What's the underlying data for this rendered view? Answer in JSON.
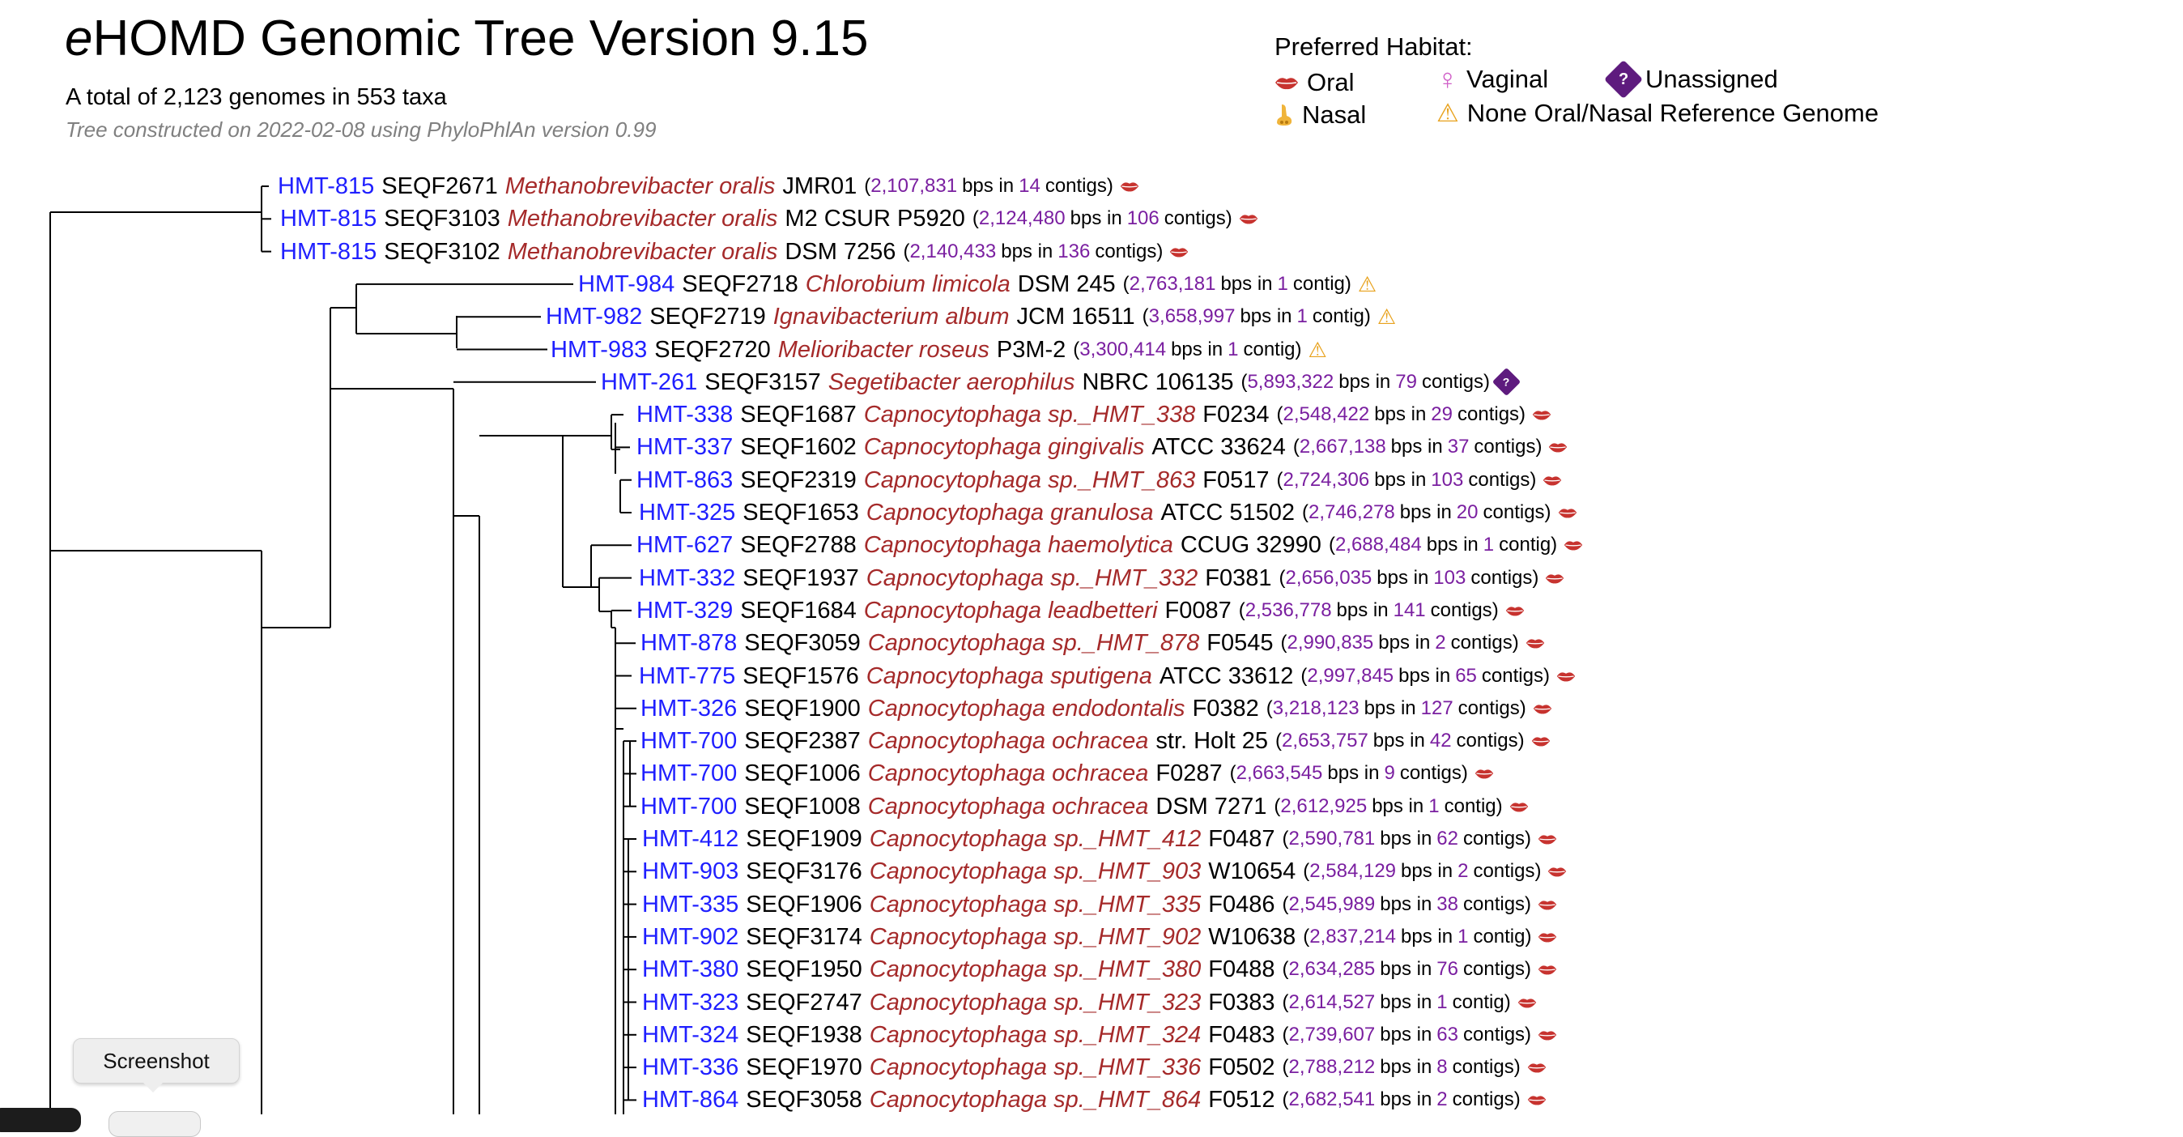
{
  "header": {
    "title_prefix": "e",
    "title_rest": "HOMD Genomic Tree Version 9.15",
    "subtitle": "A total of 2,123 genomes in 553 taxa",
    "constructed": "Tree constructed on 2022-02-08 using PhyloPhlAn version 0.99"
  },
  "legend": {
    "heading": "Preferred Habitat:",
    "items": [
      {
        "icon": "lips-icon",
        "label": "Oral"
      },
      {
        "icon": "venus-icon",
        "label": "Vaginal"
      },
      {
        "icon": "question-diamond-icon",
        "label": "Unassigned"
      },
      {
        "icon": "nose-icon",
        "label": "Nasal"
      },
      {
        "icon": "warning-icon",
        "label": "None Oral/Nasal Reference Genome"
      }
    ],
    "glyphs": {
      "venus": "♀",
      "nose": "👃",
      "warning": "⚠",
      "question": "?"
    }
  },
  "colors": {
    "hmt_link": "#1f1fff",
    "species": "#a52a2a",
    "numbers": "#7a1fa0",
    "lips": "#c7332f",
    "warning": "#e8a21d",
    "unassigned": "#5e1b7e",
    "branch": "#000000"
  },
  "stats_words": {
    "bps_in": "bps in",
    "contigs": "contigs",
    "contig": "contig"
  },
  "leaves": [
    {
      "hmt": "HMT-815",
      "seqf": "SEQF2671",
      "species": "Methanobrevibacter oralis",
      "strain": "JMR01",
      "bps": "2,107,831",
      "contigs": "14",
      "habitat": "oral"
    },
    {
      "hmt": "HMT-815",
      "seqf": "SEQF3103",
      "species": "Methanobrevibacter oralis",
      "strain": "M2 CSUR P5920",
      "bps": "2,124,480",
      "contigs": "106",
      "habitat": "oral"
    },
    {
      "hmt": "HMT-815",
      "seqf": "SEQF3102",
      "species": "Methanobrevibacter oralis",
      "strain": "DSM 7256",
      "bps": "2,140,433",
      "contigs": "136",
      "habitat": "oral"
    },
    {
      "hmt": "HMT-984",
      "seqf": "SEQF2718",
      "species": "Chlorobium limicola",
      "strain": "DSM 245",
      "bps": "2,763,181",
      "contigs": "1",
      "habitat": "none"
    },
    {
      "hmt": "HMT-982",
      "seqf": "SEQF2719",
      "species": "Ignavibacterium album",
      "strain": "JCM 16511",
      "bps": "3,658,997",
      "contigs": "1",
      "habitat": "none"
    },
    {
      "hmt": "HMT-983",
      "seqf": "SEQF2720",
      "species": "Melioribacter roseus",
      "strain": "P3M-2",
      "bps": "3,300,414",
      "contigs": "1",
      "habitat": "none"
    },
    {
      "hmt": "HMT-261",
      "seqf": "SEQF3157",
      "species": "Segetibacter aerophilus",
      "strain": "NBRC 106135",
      "bps": "5,893,322",
      "contigs": "79",
      "habitat": "unassigned"
    },
    {
      "hmt": "HMT-338",
      "seqf": "SEQF1687",
      "species": "Capnocytophaga sp._HMT_338",
      "strain": "F0234",
      "bps": "2,548,422",
      "contigs": "29",
      "habitat": "oral"
    },
    {
      "hmt": "HMT-337",
      "seqf": "SEQF1602",
      "species": "Capnocytophaga gingivalis",
      "strain": "ATCC 33624",
      "bps": "2,667,138",
      "contigs": "37",
      "habitat": "oral"
    },
    {
      "hmt": "HMT-863",
      "seqf": "SEQF2319",
      "species": "Capnocytophaga sp._HMT_863",
      "strain": "F0517",
      "bps": "2,724,306",
      "contigs": "103",
      "habitat": "oral"
    },
    {
      "hmt": "HMT-325",
      "seqf": "SEQF1653",
      "species": "Capnocytophaga granulosa",
      "strain": "ATCC 51502",
      "bps": "2,746,278",
      "contigs": "20",
      "habitat": "oral"
    },
    {
      "hmt": "HMT-627",
      "seqf": "SEQF2788",
      "species": "Capnocytophaga haemolytica",
      "strain": "CCUG 32990",
      "bps": "2,688,484",
      "contigs": "1",
      "habitat": "oral"
    },
    {
      "hmt": "HMT-332",
      "seqf": "SEQF1937",
      "species": "Capnocytophaga sp._HMT_332",
      "strain": "F0381",
      "bps": "2,656,035",
      "contigs": "103",
      "habitat": "oral"
    },
    {
      "hmt": "HMT-329",
      "seqf": "SEQF1684",
      "species": "Capnocytophaga leadbetteri",
      "strain": "F0087",
      "bps": "2,536,778",
      "contigs": "141",
      "habitat": "oral"
    },
    {
      "hmt": "HMT-878",
      "seqf": "SEQF3059",
      "species": "Capnocytophaga sp._HMT_878",
      "strain": "F0545",
      "bps": "2,990,835",
      "contigs": "2",
      "habitat": "oral"
    },
    {
      "hmt": "HMT-775",
      "seqf": "SEQF1576",
      "species": "Capnocytophaga sputigena",
      "strain": "ATCC 33612",
      "bps": "2,997,845",
      "contigs": "65",
      "habitat": "oral"
    },
    {
      "hmt": "HMT-326",
      "seqf": "SEQF1900",
      "species": "Capnocytophaga endodontalis",
      "strain": "F0382",
      "bps": "3,218,123",
      "contigs": "127",
      "habitat": "oral"
    },
    {
      "hmt": "HMT-700",
      "seqf": "SEQF2387",
      "species": "Capnocytophaga ochracea",
      "strain": "str. Holt 25",
      "bps": "2,653,757",
      "contigs": "42",
      "habitat": "oral"
    },
    {
      "hmt": "HMT-700",
      "seqf": "SEQF1006",
      "species": "Capnocytophaga ochracea",
      "strain": "F0287",
      "bps": "2,663,545",
      "contigs": "9",
      "habitat": "oral"
    },
    {
      "hmt": "HMT-700",
      "seqf": "SEQF1008",
      "species": "Capnocytophaga ochracea",
      "strain": "DSM 7271",
      "bps": "2,612,925",
      "contigs": "1",
      "habitat": "oral"
    },
    {
      "hmt": "HMT-412",
      "seqf": "SEQF1909",
      "species": "Capnocytophaga sp._HMT_412",
      "strain": "F0487",
      "bps": "2,590,781",
      "contigs": "62",
      "habitat": "oral"
    },
    {
      "hmt": "HMT-903",
      "seqf": "SEQF3176",
      "species": "Capnocytophaga sp._HMT_903",
      "strain": "W10654",
      "bps": "2,584,129",
      "contigs": "2",
      "habitat": "oral"
    },
    {
      "hmt": "HMT-335",
      "seqf": "SEQF1906",
      "species": "Capnocytophaga sp._HMT_335",
      "strain": "F0486",
      "bps": "2,545,989",
      "contigs": "38",
      "habitat": "oral"
    },
    {
      "hmt": "HMT-902",
      "seqf": "SEQF3174",
      "species": "Capnocytophaga sp._HMT_902",
      "strain": "W10638",
      "bps": "2,837,214",
      "contigs": "1",
      "habitat": "oral"
    },
    {
      "hmt": "HMT-380",
      "seqf": "SEQF1950",
      "species": "Capnocytophaga sp._HMT_380",
      "strain": "F0488",
      "bps": "2,634,285",
      "contigs": "76",
      "habitat": "oral"
    },
    {
      "hmt": "HMT-323",
      "seqf": "SEQF2747",
      "species": "Capnocytophaga sp._HMT_323",
      "strain": "F0383",
      "bps": "2,614,527",
      "contigs": "1",
      "habitat": "oral"
    },
    {
      "hmt": "HMT-324",
      "seqf": "SEQF1938",
      "species": "Capnocytophaga sp._HMT_324",
      "strain": "F0483",
      "bps": "2,739,607",
      "contigs": "63",
      "habitat": "oral"
    },
    {
      "hmt": "HMT-336",
      "seqf": "SEQF1970",
      "species": "Capnocytophaga sp._HMT_336",
      "strain": "F0502",
      "bps": "2,788,212",
      "contigs": "8",
      "habitat": "oral"
    },
    {
      "hmt": "HMT-864",
      "seqf": "SEQF3058",
      "species": "Capnocytophaga sp._HMT_864",
      "strain": "F0512",
      "bps": "2,682,541",
      "contigs": "2",
      "habitat": "oral"
    }
  ],
  "tooltip": {
    "label": "Screenshot"
  }
}
